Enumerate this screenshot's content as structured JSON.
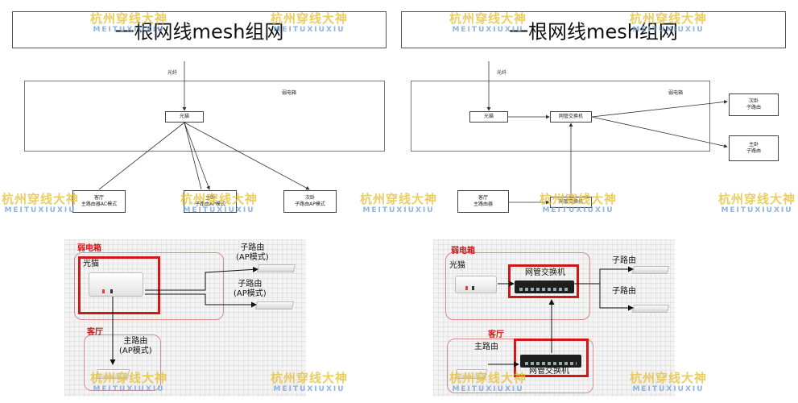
{
  "panels": {
    "left": {
      "title": "一根网线mesh组网",
      "fiber_label": "光纤",
      "box_label": "弱电箱",
      "nodes": {
        "modem": [
          "光猫"
        ],
        "living": [
          "客厅",
          "主路由器AC模式"
        ],
        "master": [
          "主卧",
          "子路由AP模式"
        ],
        "second": [
          "次卧",
          "子路由AP模式"
        ]
      },
      "photo": {
        "box_label": "弱电箱",
        "modem_label": "光猫",
        "sub1": [
          "子路由",
          "(AP模式)"
        ],
        "sub2": [
          "子路由",
          "(AP模式)"
        ],
        "living_label": "客厅",
        "main_router": [
          "主路由",
          "(AP模式)"
        ]
      }
    },
    "right": {
      "title": "一根网线mesh组网",
      "fiber_label": "光纤",
      "box_label": "弱电箱",
      "nodes": {
        "modem": [
          "光猫"
        ],
        "switch": [
          "网管交换机"
        ],
        "second": [
          "次卧",
          "子路由"
        ],
        "master": [
          "主卧",
          "子路由"
        ],
        "living": [
          "客厅",
          "主路由器"
        ],
        "switch2": [
          "网管交换机"
        ]
      },
      "photo": {
        "box_label": "弱电箱",
        "modem_label": "光猫",
        "switch_label": "网管交换机",
        "sub1": "子路由",
        "sub2": "子路由",
        "living_label": "客厅",
        "main_router": "主路由",
        "switch2_label": "网管交换机"
      }
    }
  },
  "watermark": {
    "cn": "杭州穿线大神",
    "en": "MEITUXIUXIU"
  },
  "colors": {
    "highlight": "#d01818",
    "zone": "#d98a8a",
    "wm_cn": "#e6c23a",
    "wm_en": "#7ba7de"
  }
}
